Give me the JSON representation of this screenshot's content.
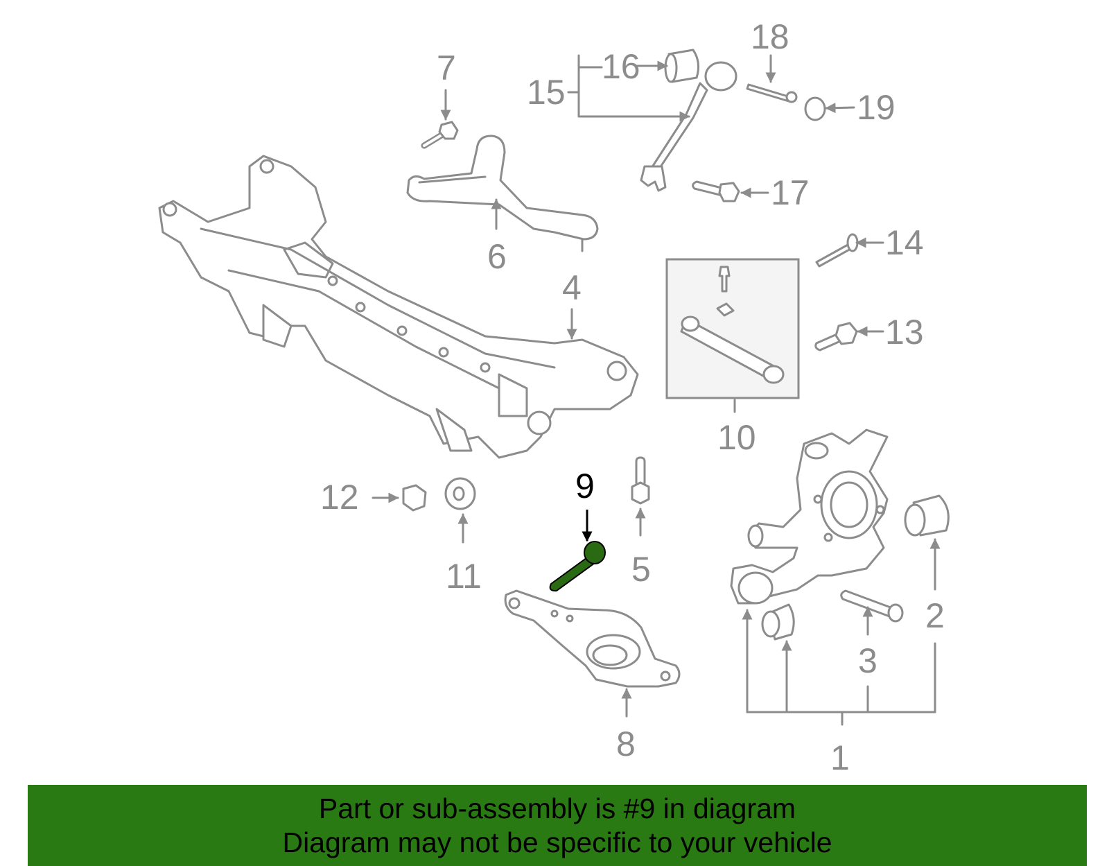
{
  "callouts": {
    "c1": "1",
    "c2": "2",
    "c3": "3",
    "c4": "4",
    "c5": "5",
    "c6": "6",
    "c7": "7",
    "c8": "8",
    "c9": "9",
    "c10": "10",
    "c11": "11",
    "c12": "12",
    "c13": "13",
    "c14": "14",
    "c15": "15",
    "c16": "16",
    "c17": "17",
    "c18": "18",
    "c19": "19"
  },
  "highlighted_part": "9",
  "colors": {
    "highlight": "#2a6a12",
    "banner": "#2a7a14",
    "line_art": "#8c8c8c"
  },
  "banner": {
    "line1": "Part or sub-assembly is #9 in diagram",
    "line2": "Diagram may not be specific to your vehicle"
  }
}
